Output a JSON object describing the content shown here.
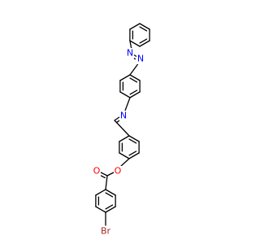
{
  "molecule": {
    "atom_labels": {
      "azo_n1": "N",
      "azo_n2": "N",
      "imine_n": "N",
      "ester_o_bridge": "O",
      "carbonyl_o": "O",
      "bromine": "Br"
    }
  },
  "colors": {
    "bond": "#000000",
    "nitrogen": "#0000ff",
    "oxygen": "#ff0000",
    "bromine": "#a52a2a"
  }
}
